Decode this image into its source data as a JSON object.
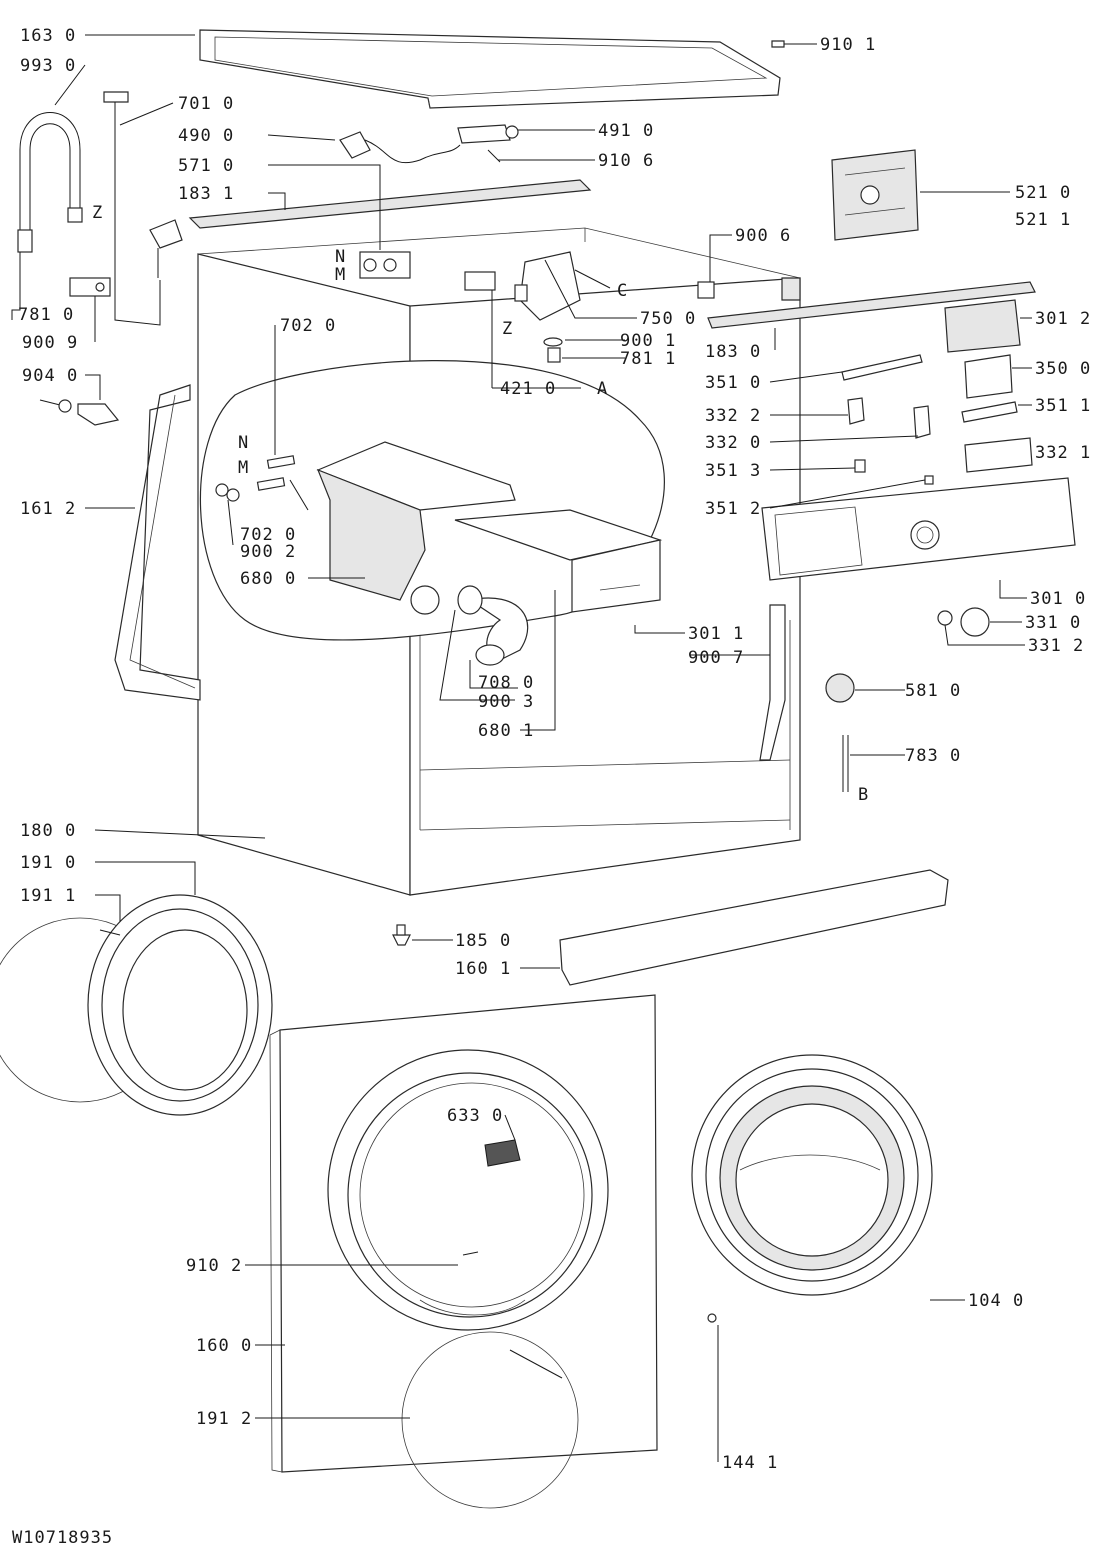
{
  "drawing_number": "W10718935",
  "letter_tags": {
    "N1": "N",
    "M1": "M",
    "N2": "N",
    "M2": "M",
    "Z1": "Z",
    "Z2": "Z",
    "C": "C",
    "A": "A",
    "B": "B"
  },
  "callouts": [
    {
      "id": "163-0",
      "code": "163 0"
    },
    {
      "id": "993-0",
      "code": "993 0"
    },
    {
      "id": "701-0",
      "code": "701 0"
    },
    {
      "id": "490-0",
      "code": "490 0"
    },
    {
      "id": "571-0",
      "code": "571 0"
    },
    {
      "id": "183-1",
      "code": "183 1"
    },
    {
      "id": "781-0",
      "code": "781 0"
    },
    {
      "id": "900-9",
      "code": "900 9"
    },
    {
      "id": "904-0",
      "code": "904 0"
    },
    {
      "id": "702-0-a",
      "code": "702 0"
    },
    {
      "id": "161-2",
      "code": "161 2"
    },
    {
      "id": "702-0-b",
      "code": "702 0"
    },
    {
      "id": "900-2",
      "code": "900 2"
    },
    {
      "id": "680-0",
      "code": "680 0"
    },
    {
      "id": "708-0",
      "code": "708 0"
    },
    {
      "id": "900-3",
      "code": "900 3"
    },
    {
      "id": "680-1",
      "code": "680 1"
    },
    {
      "id": "301-1",
      "code": "301 1"
    },
    {
      "id": "900-7",
      "code": "900 7"
    },
    {
      "id": "910-1",
      "code": "910 1"
    },
    {
      "id": "491-0",
      "code": "491 0"
    },
    {
      "id": "910-6",
      "code": "910 6"
    },
    {
      "id": "521-0",
      "code": "521 0"
    },
    {
      "id": "521-1",
      "code": "521 1"
    },
    {
      "id": "900-6",
      "code": "900 6"
    },
    {
      "id": "750-0",
      "code": "750 0"
    },
    {
      "id": "900-1",
      "code": "900 1"
    },
    {
      "id": "781-1",
      "code": "781 1"
    },
    {
      "id": "421-0",
      "code": "421 0"
    },
    {
      "id": "183-0",
      "code": "183 0"
    },
    {
      "id": "301-2",
      "code": "301 2"
    },
    {
      "id": "351-0",
      "code": "351 0"
    },
    {
      "id": "350-0",
      "code": "350 0"
    },
    {
      "id": "332-2",
      "code": "332 2"
    },
    {
      "id": "351-1",
      "code": "351 1"
    },
    {
      "id": "332-0",
      "code": "332 0"
    },
    {
      "id": "332-1",
      "code": "332 1"
    },
    {
      "id": "351-3",
      "code": "351 3"
    },
    {
      "id": "351-2",
      "code": "351 2"
    },
    {
      "id": "301-0",
      "code": "301 0"
    },
    {
      "id": "331-0",
      "code": "331 0"
    },
    {
      "id": "331-2",
      "code": "331 2"
    },
    {
      "id": "581-0",
      "code": "581 0"
    },
    {
      "id": "783-0",
      "code": "783 0"
    },
    {
      "id": "180-0",
      "code": "180 0"
    },
    {
      "id": "191-0",
      "code": "191 0"
    },
    {
      "id": "191-1",
      "code": "191 1"
    },
    {
      "id": "185-0",
      "code": "185 0"
    },
    {
      "id": "160-1",
      "code": "160 1"
    },
    {
      "id": "633-0",
      "code": "633 0"
    },
    {
      "id": "910-2",
      "code": "910 2"
    },
    {
      "id": "160-0",
      "code": "160 0"
    },
    {
      "id": "191-2",
      "code": "191 2"
    },
    {
      "id": "104-0",
      "code": "104 0"
    },
    {
      "id": "144-1",
      "code": "144 1"
    }
  ]
}
